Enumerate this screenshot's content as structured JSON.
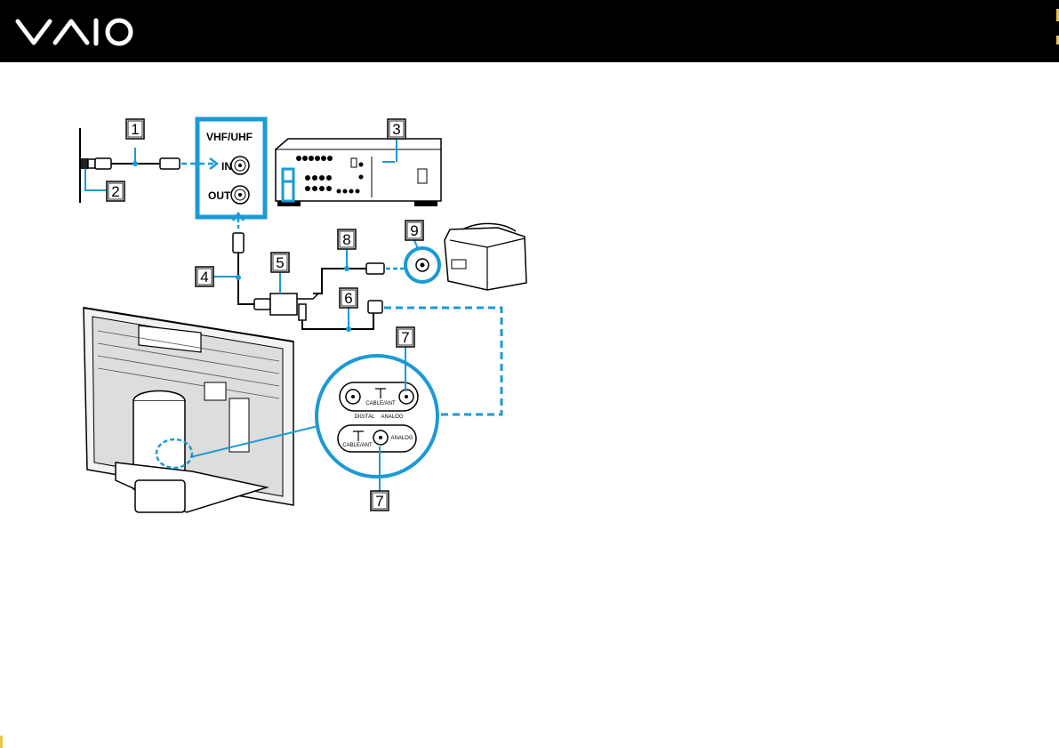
{
  "header": {
    "logo_text": "VAIO",
    "background": "#000000"
  },
  "colors": {
    "accent_blue": "#1a9ad6",
    "line": "#000000"
  },
  "callouts": [
    "1",
    "2",
    "3",
    "4",
    "5",
    "6",
    "7",
    "8",
    "9",
    "7"
  ],
  "panel": {
    "title": "VHF/UHF",
    "in_label": "IN",
    "out_label": "OUT"
  },
  "inset": {
    "top_port_center_label": "CABLE/ANT",
    "top_port_digital_label": "DIGITAL",
    "top_port_analog_label": "ANALOG",
    "bottom_port_center_label": "CABLE/ANT",
    "bottom_port_analog_label": "ANALOG"
  },
  "icons": [
    "vaio-logo-icon",
    "wall-outlet-icon",
    "coax-cable-icon",
    "splitter-icon",
    "av-receiver-icon",
    "crt-tv-icon",
    "all-in-one-pc-icon",
    "antenna-port-icon"
  ]
}
